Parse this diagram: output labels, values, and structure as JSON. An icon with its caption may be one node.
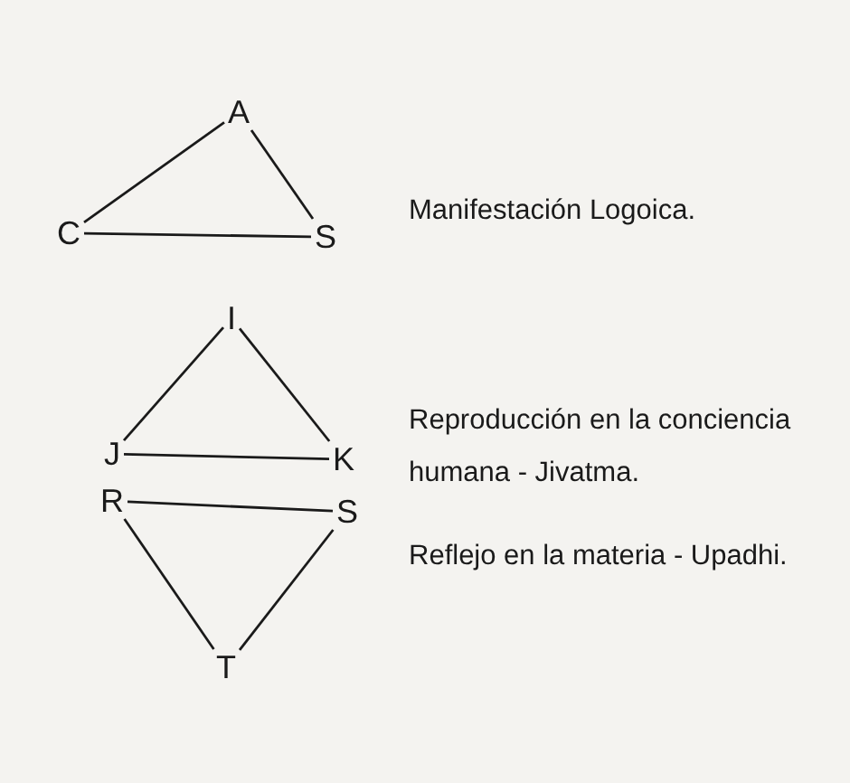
{
  "diagram": {
    "nodes": [
      {
        "text": [
          "A"
        ]
      },
      {
        "text": [
          "C"
        ]
      },
      {
        "text": [
          "S"
        ]
      },
      {
        "text": [
          "I"
        ]
      },
      {
        "text": [
          "J"
        ]
      },
      {
        "text": [
          "K"
        ]
      },
      {
        "text": [
          "R"
        ]
      },
      {
        "text": [
          "S"
        ]
      },
      {
        "text": [
          "T"
        ]
      }
    ],
    "edges": [
      {
        "from": 0,
        "to": 1,
        "arrow": "none"
      },
      {
        "from": 0,
        "to": 2,
        "arrow": "none"
      },
      {
        "from": 1,
        "to": 2,
        "arrow": "none"
      },
      {
        "from": 3,
        "to": 4,
        "arrow": "none"
      },
      {
        "from": 3,
        "to": 5,
        "arrow": "none"
      },
      {
        "from": 4,
        "to": 5,
        "arrow": "none"
      },
      {
        "from": 6,
        "to": 7,
        "arrow": "none"
      },
      {
        "from": 6,
        "to": 8,
        "arrow": "none"
      },
      {
        "from": 7,
        "to": 8,
        "arrow": "none"
      }
    ],
    "labels": [
      "Manifestación Logoica.",
      "Reproducción en la conciencia humana - Jivatma.",
      "Reflejo en la materia - Upadhi."
    ]
  }
}
